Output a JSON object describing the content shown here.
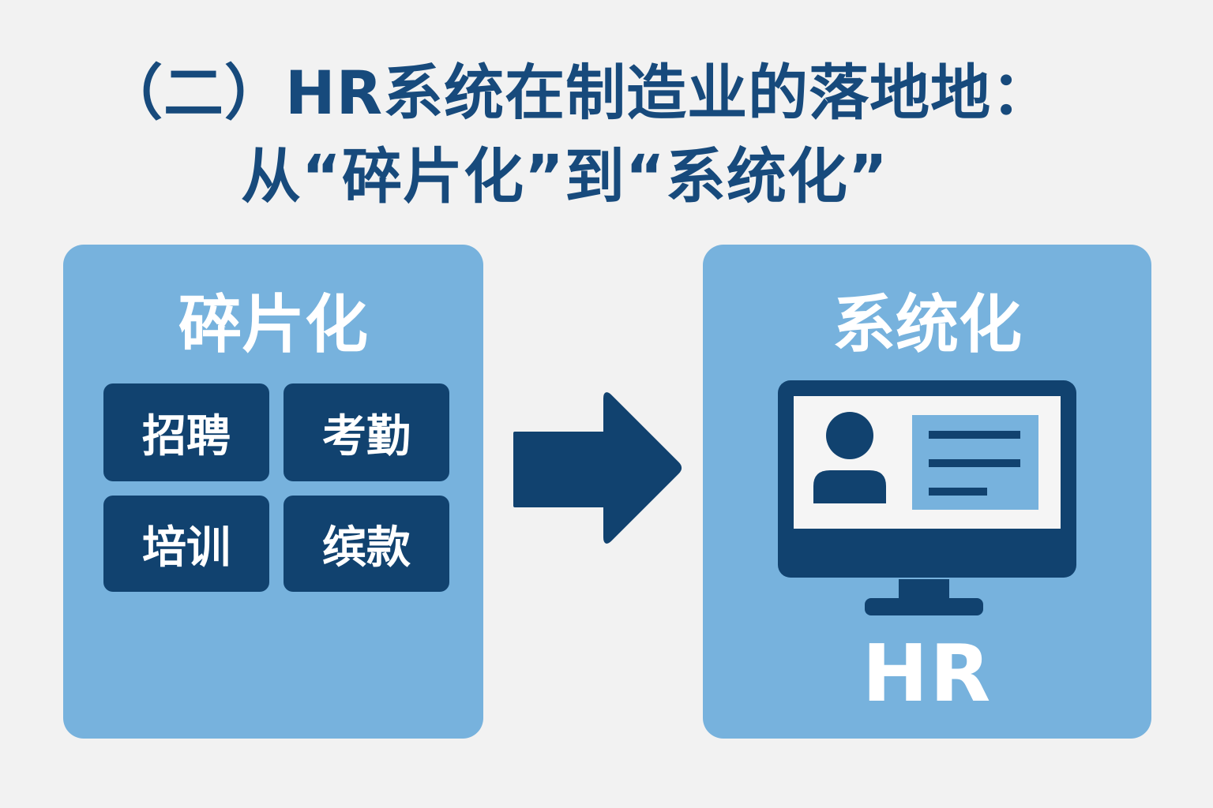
{
  "title": {
    "line1": "（二）HR系统在制造业的落地地：",
    "line2": "从“碎片化”到“系统化”"
  },
  "left_panel": {
    "title": "碎片化",
    "modules": [
      "招聘",
      "考勤",
      "培训",
      "缤款"
    ]
  },
  "right_panel": {
    "title": "系统化",
    "label": "HR"
  },
  "colors": {
    "background": "#f2f2f2",
    "panel": "#77b2dd",
    "dark_blue": "#11426f",
    "title": "#174a7c",
    "screen": "#f5f5f5",
    "white": "#ffffff"
  },
  "icons": {
    "arrow": "right-arrow-icon",
    "monitor": "hr-monitor-icon",
    "profile": "user-profile-icon"
  }
}
